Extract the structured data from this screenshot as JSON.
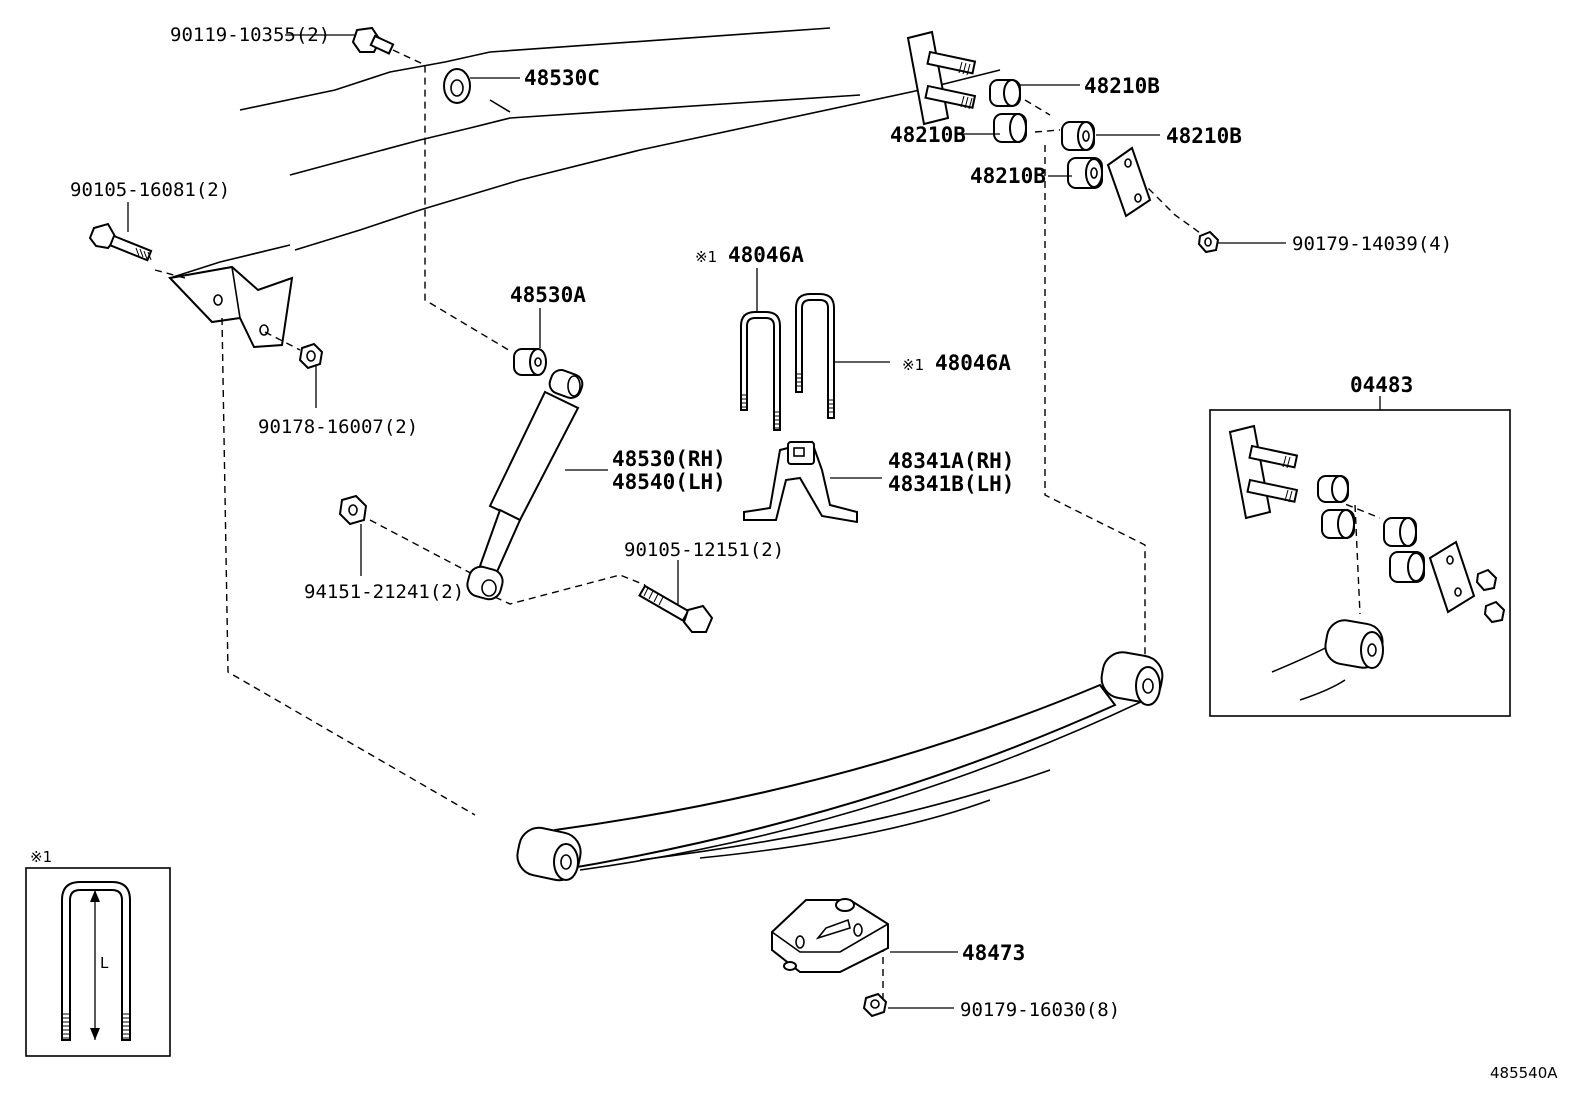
{
  "diagram_code": "485540A",
  "note_marker": "※1",
  "inset_note_label": "L",
  "callouts": {
    "bolt_top": "90119-10355(2)",
    "washer_48530C": "48530C",
    "bolt_left": "90105-16081(2)",
    "nut_left": "90178-16007(2)",
    "bushing_48530A": "48530A",
    "shock_rh": "48530(RH)",
    "shock_lh": "48540(LH)",
    "nut_shock_lower": "94151-21241(2)",
    "bolt_shock_lower": "90105-12151(2)",
    "ubolt_a": "48046A",
    "ubolt_b": "48046A",
    "bumper_rh": "48341A(RH)",
    "bumper_lh": "48341B(LH)",
    "bush_1": "48210B",
    "bush_2": "48210B",
    "bush_3": "48210B",
    "bush_4": "48210B",
    "nut_shackle": "90179-14039(4)",
    "kit_04483": "04483",
    "seat_48473": "48473",
    "nut_seat": "90179-16030(8)"
  }
}
